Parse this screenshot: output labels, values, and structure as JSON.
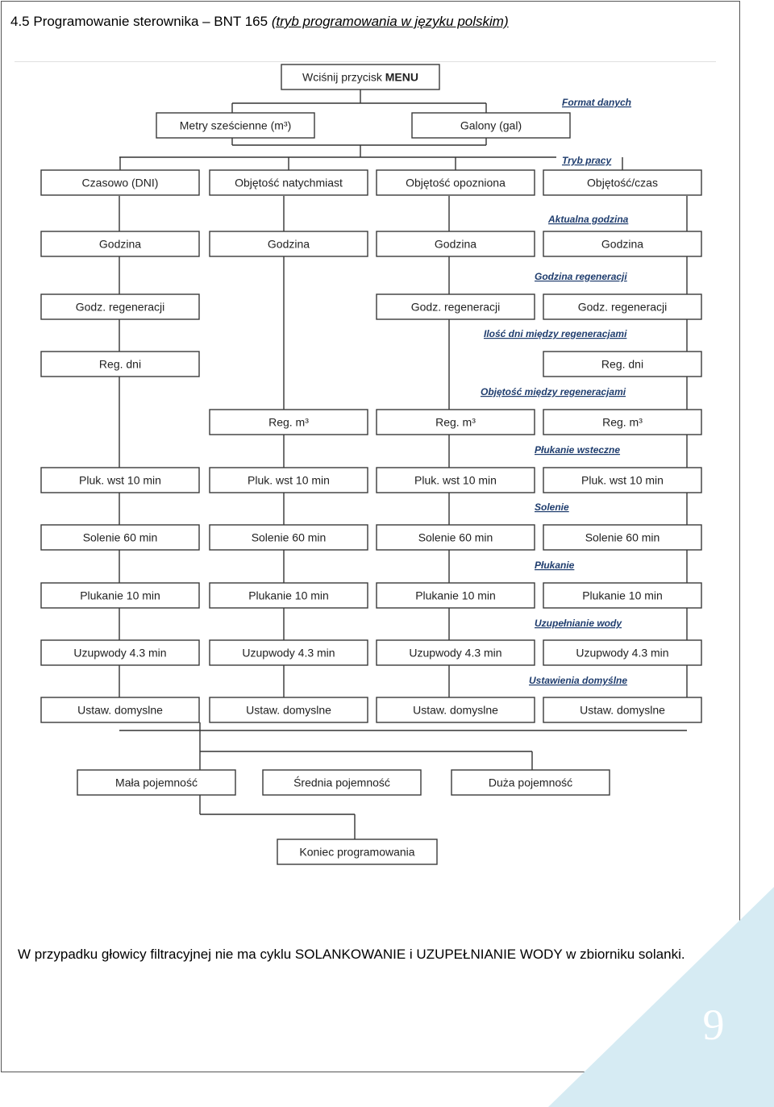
{
  "header": {
    "title_main": "4.5 Programowanie sterownika – BNT 165",
    "title_italic": "(tryb programowania w języku polskim)"
  },
  "footnote": "W przypadku głowicy filtracyjnej nie ma cyklu SOLANKOWANIE i UZUPEŁNIANIE WODY w zbiorniku solanki.",
  "page_number": "9",
  "colors": {
    "section_label": "#1f3d6e",
    "corner": "#d6ebf3",
    "box_border": "#3a3a3a"
  },
  "diagram": {
    "start": "Wciśnij przycisk MENU",
    "units": [
      "Metry sześcienne (m³)",
      "Galony (gal)"
    ],
    "sections": {
      "data_format": "Format danych",
      "mode": "Tryb pracy",
      "current_time": "Aktualna godzina",
      "regen_time": "Godzina regeneracji",
      "days_between": "Ilość dni między regeneracjami",
      "volume_between": "Objętość między regeneracjami",
      "backwash": "Płukanie wsteczne",
      "brining": "Solenie",
      "rinse": "Płukanie",
      "refill": "Uzupełnianie wody",
      "defaults": "Ustawienia domyślne"
    },
    "modes": [
      "Czasowo (DNI)",
      "Objętość natychmiast",
      "Objętość opozniona",
      "Objętość/czas"
    ],
    "time_label": "Godzina",
    "regen_label": "Godz. regeneracji",
    "days_label": "Reg. dni",
    "volume_label": "Reg. m³",
    "backwash_label": "Pluk. wst 10 min",
    "brine_label": "Solenie 60 min",
    "rinse_label": "Plukanie 10 min",
    "refill_label": "Uzupwody 4.3 min",
    "defaults_label": "Ustaw. domyslne",
    "capacities": [
      "Mała pojemność",
      "Średnia pojemność",
      "Duża pojemność"
    ],
    "end": "Koniec programowania"
  }
}
